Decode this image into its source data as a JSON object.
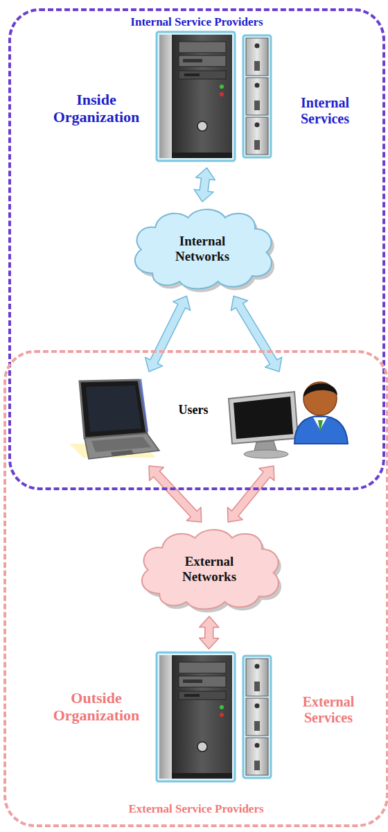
{
  "diagram": {
    "nodes": [
      {
        "text": [
          "Internal Service Providers"
        ]
      },
      {
        "text": [
          "Inside Organization",
          "Internal Services"
        ],
        "in": 0
      },
      {
        "text": [
          "Internal Networks"
        ],
        "in": 0
      },
      {
        "text": [
          "Users"
        ],
        "in": 0
      },
      {
        "text": [
          "External Service Providers"
        ]
      },
      {
        "text": [
          "External Networks"
        ],
        "in": 4
      },
      {
        "text": [
          "Outside Organization",
          "External Services"
        ],
        "in": 4
      }
    ],
    "edges": [
      {
        "from": 1,
        "to": 2,
        "arrow": "both"
      },
      {
        "from": 2,
        "to": 3,
        "arrow": "both"
      },
      {
        "from": 2,
        "to": 3,
        "arrow": "both"
      },
      {
        "from": 3,
        "to": 5,
        "arrow": "both"
      },
      {
        "from": 3,
        "to": 5,
        "arrow": "both"
      },
      {
        "from": 5,
        "to": 6,
        "arrow": "both"
      }
    ]
  }
}
